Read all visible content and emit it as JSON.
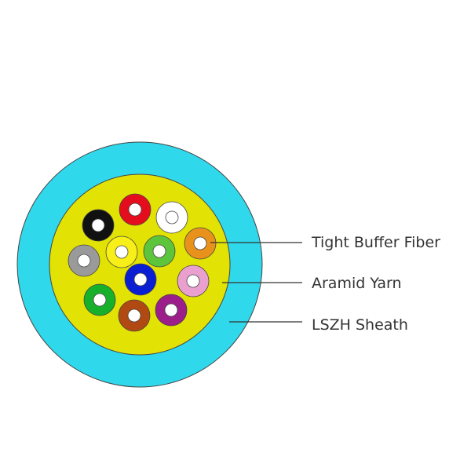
{
  "colors": {
    "background": "#ffffff",
    "sheath": "#30d8ec",
    "aramid_yarn": "#e2e205",
    "outline": "#444444",
    "fiber_core": "#ffffff",
    "leader_line": "#333333"
  },
  "fibers": [
    {
      "color": "#e40d1d"
    },
    {
      "color": "#ffffff"
    },
    {
      "color": "#111111"
    },
    {
      "color": "#f8ee18"
    },
    {
      "color": "#5cc53c"
    },
    {
      "color": "#e8921c"
    },
    {
      "color": "#9a9a9a"
    },
    {
      "color": "#0a1fd4"
    },
    {
      "color": "#eaa0cf"
    },
    {
      "color": "#17b02a"
    },
    {
      "color": "#b04a12"
    },
    {
      "color": "#9c1e8b"
    }
  ],
  "labels": {
    "tight_buffer_fiber": "Tight Buffer Fiber",
    "aramid_yarn": "Aramid Yarn",
    "lszh_sheath": "LSZH Sheath"
  }
}
